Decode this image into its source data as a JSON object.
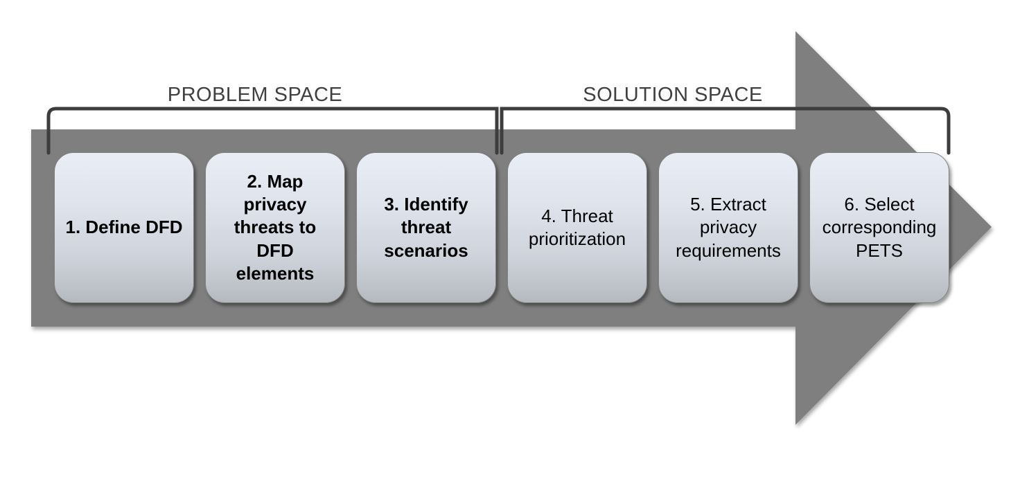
{
  "diagram": {
    "spaces": [
      {
        "label": "PROBLEM SPACE"
      },
      {
        "label": "SOLUTION SPACE"
      }
    ],
    "steps": [
      {
        "label": "1. Define DFD"
      },
      {
        "label": "2. Map\nprivacy\nthreats to\nDFD\nelements"
      },
      {
        "label": "3. Identify\nthreat\nscenarios"
      },
      {
        "label": "4. Threat\nprioritization"
      },
      {
        "label": "5. Extract\nprivacy\nrequirements"
      },
      {
        "label": "6. Select\ncorresponding\nPETS"
      }
    ],
    "colors": {
      "arrow": "#7f7f7f",
      "bracket": "#3d3d3d",
      "label_text": "#404040",
      "box_top": "#e9edf6",
      "box_bottom": "#b4b8bf",
      "box_border": "#808080",
      "box_text": "#000000"
    }
  }
}
